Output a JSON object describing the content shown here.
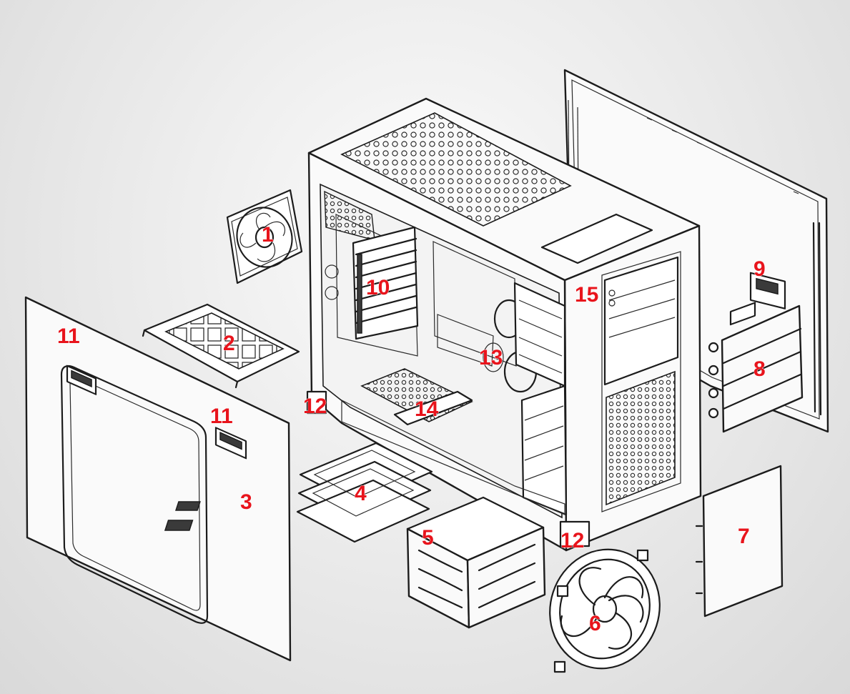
{
  "callouts": {
    "c1": "1",
    "c2": "2",
    "c3": "3",
    "c4": "4",
    "c5": "5",
    "c6": "6",
    "c7": "7",
    "c8": "8",
    "c9": "9",
    "c10": "10",
    "c11a": "11",
    "c11b": "11",
    "c12a": "12",
    "c12b": "12",
    "c13": "13",
    "c14": "14",
    "c15": "15"
  },
  "colors": {
    "callout": "#e8141c",
    "line_art": "#1c1c1c",
    "background": "#e4e4e4"
  }
}
